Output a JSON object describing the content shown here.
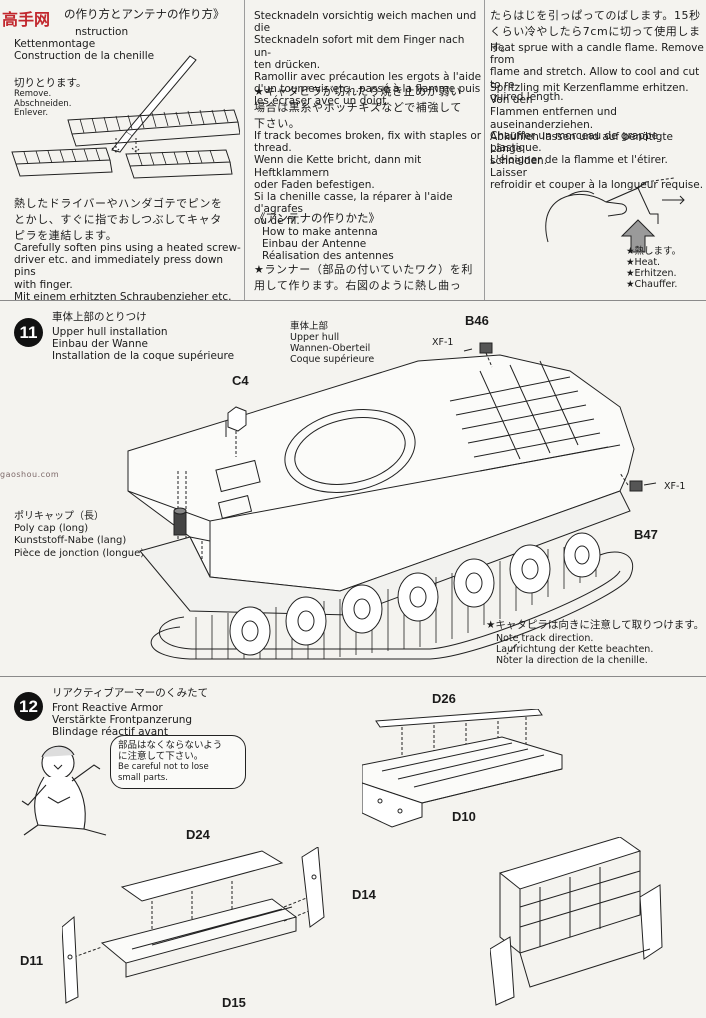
{
  "logo": {
    "text": "高手网",
    "watermark": "gaoshou.com"
  },
  "top_left": {
    "heading_jp": "の作り方とアンテナの作り方》",
    "heading_en": "nstruction",
    "heading_de": "Kettenmontage",
    "heading_fr": "Construction de la chenille",
    "cut_jp": "切りとります。",
    "cut_en": "Remove.\nAbschneiden.\nEnlever.",
    "soften_jp": "熱したドライバーやハンダゴテでピンを\nとかし、すぐに指でおしつぶしてキャタ\nピラを連結します。",
    "soften_en": "Carefully soften pins using a heated screw-\ndriver etc. and immediately press down pins\nwith finger.\nMit einem erhitzten Schraubenzieher etc."
  },
  "top_mid": {
    "para1": "Stecknadeln vorsichtig weich machen und die\nStecknadeln sofort mit dem Finger nach un-\nten drücken.\nRamollir avec précaution les ergots à l'aide\nd'un tournevis etc...passé à la flamme puis\nles écraser avec un doigt.",
    "note_jp": "★キャタピラが切れたり焼き止めが弱い\n場合は黒糸やホッチキスなどで補強して\n下さい。",
    "para2": "If track becomes broken, fix with staples or\nthread.\nWenn die Kette bricht, dann mit Heftklammern\noder Faden befestigen.\nSi la chenille casse, la réparer à l'aide d'agrafes\nou de fil.",
    "antenna_jp": "《アンテナの作りかた》",
    "antenna_en": "How to make antenna\nEinbau der Antenne\nRéalisation des antennes",
    "runner_jp": "★ランナー（部品の付いていたワク）を利\n用して作ります。右図のように熱し曲っ"
  },
  "top_right": {
    "jp": "たらはじを引っぱってのばします。15秒\nくらい冷やしたら7cmに切って使用します。",
    "en": "Heat sprue with a candle flame. Remove from\nflame and stretch. Allow to cool and cut to re-\nquired length.",
    "de": "Spritzling mit Kerzenflamme erhitzen. Von den\nFlammen entfernen und auseinanderziehen.\nAbkühlen lassen und auf benötigte Länge\nschneiden.",
    "fr": "Chauffer un morceau de grappe plastique.\nL'éloigner de la flamme et l'étirer. Laisser\nrefroidir et couper à la longueur requise.",
    "heat": "★熱します。\n★Heat.\n★Erhitzen.\n★Chauffer."
  },
  "step11": {
    "number": "11",
    "title_jp": "車体上部のとりつけ",
    "title_en": "Upper hull installation",
    "title_de": "Einbau der Wanne",
    "title_fr": "Installation de la coque supérieure",
    "hull_label": "車体上部\nUpper hull\nWannen-Oberteil\nCoque supérieure",
    "part_b46": "B46",
    "part_b47": "B47",
    "part_c4": "C4",
    "xf_top": "XF-1",
    "xf_right": "XF-1",
    "polycap": "ポリキャップ（長）\nPoly cap (long)\nKunststoff-Nabe (lang)\nPièce de jonction (longue)",
    "note_jp": "★キャタピラは向きに注意して取りつけます。",
    "note_en": "Note track direction.\nLaufrichtung der Kette beachten.\nNoter la direction de la chenille."
  },
  "step12": {
    "number": "12",
    "title_jp": "リアクティブアーマーのくみたて",
    "title_en": "Front Reactive Armor",
    "title_de": "Verstärkte Frontpanzerung",
    "title_fr": "Blindage réactif avant",
    "bubble_jp": "部品はなくならないよう\nに注意して下さい。",
    "bubble_en": "Be careful not to lose\nsmall parts.",
    "d26": "D26",
    "d10": "D10",
    "d24": "D24",
    "d14": "D14",
    "d11": "D11",
    "d15": "D15"
  }
}
